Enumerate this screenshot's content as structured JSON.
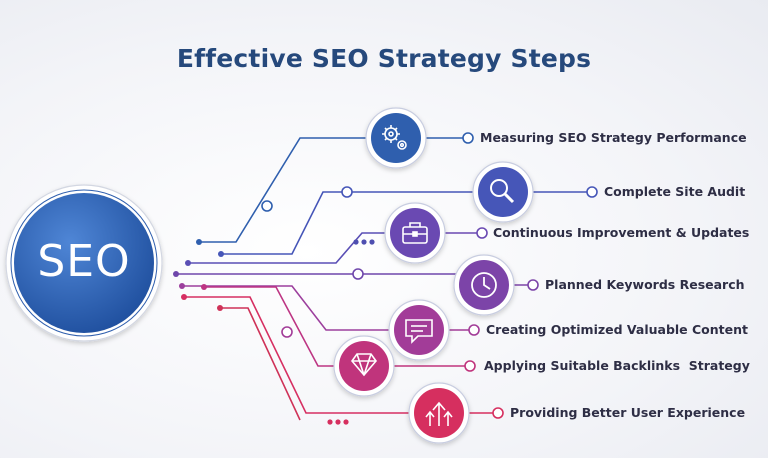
{
  "title": "Effective SEO Strategy Steps",
  "hub_label": "SEO",
  "colors": {
    "title": "#26497c",
    "blue": "#2f5fae",
    "purple": "#6a49b2",
    "magenta": "#b23a8e",
    "pink": "#d62f6b"
  },
  "steps": [
    {
      "label": "Measuring SEO Strategy Performance",
      "icon": "gears-icon",
      "color": "#2f5fae"
    },
    {
      "label": "Complete Site Audit",
      "icon": "magnifier-icon",
      "color": "#4656b8"
    },
    {
      "label": "Continuous Improvement & Updates",
      "icon": "briefcase-icon",
      "color": "#6a49b2"
    },
    {
      "label": "Planned Keywords Research",
      "icon": "clock-icon",
      "color": "#7c44a8"
    },
    {
      "label": "Creating Optimized Valuable Content",
      "icon": "chat-icon",
      "color": "#a23c98"
    },
    {
      "label": "Applying Suitable Backlinks  Strategy",
      "icon": "diamond-icon",
      "color": "#c0347c"
    },
    {
      "label": "Providing Better User Experience",
      "icon": "growth-arrows-icon",
      "color": "#d62f5f"
    }
  ]
}
